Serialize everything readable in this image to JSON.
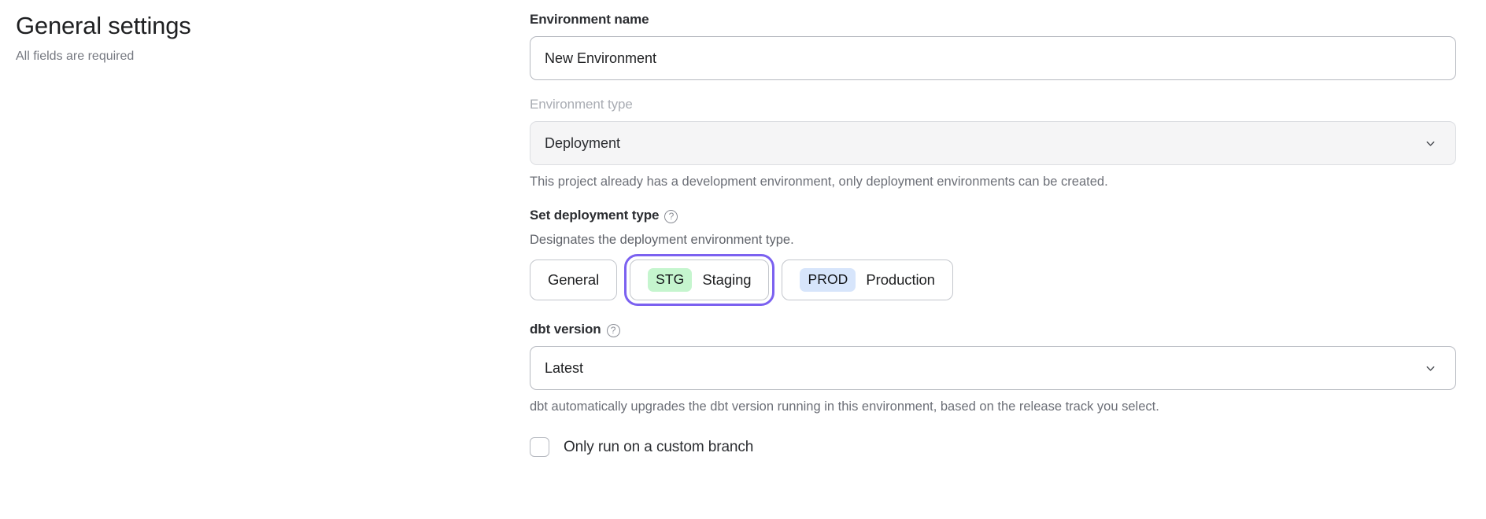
{
  "header": {
    "title": "General settings",
    "subtitle": "All fields are required"
  },
  "form": {
    "environment_name": {
      "label": "Environment name",
      "value": "New Environment",
      "placeholder": "Environment name"
    },
    "environment_type": {
      "label": "Environment type",
      "value": "Deployment",
      "disabled": true,
      "helper": "This project already has a development environment, only deployment environments can be created."
    },
    "deployment_type": {
      "label": "Set deployment type",
      "help_icon": "question-circle-icon",
      "description": "Designates the deployment environment type.",
      "selected": "Staging",
      "options": [
        {
          "id": "general",
          "badge": "",
          "label": "General",
          "badge_color": ""
        },
        {
          "id": "staging",
          "badge": "STG",
          "label": "Staging",
          "badge_color": "#c5f5ce"
        },
        {
          "id": "production",
          "badge": "PROD",
          "label": "Production",
          "badge_color": "#d7e5fb"
        }
      ]
    },
    "dbt_version": {
      "label": "dbt version",
      "help_icon": "question-circle-icon",
      "value": "Latest",
      "helper": "dbt automatically upgrades the dbt version running in this environment, based on the release track you select."
    },
    "custom_branch": {
      "label": "Only run on a custom branch",
      "checked": false
    }
  },
  "colors": {
    "focus_ring": "#7b61f0",
    "staging_badge": "#c5f5ce",
    "production_badge": "#d7e5fb",
    "disabled_field_bg": "#f5f5f6"
  },
  "icons": {
    "chevron_down": "chevron-down-icon"
  }
}
